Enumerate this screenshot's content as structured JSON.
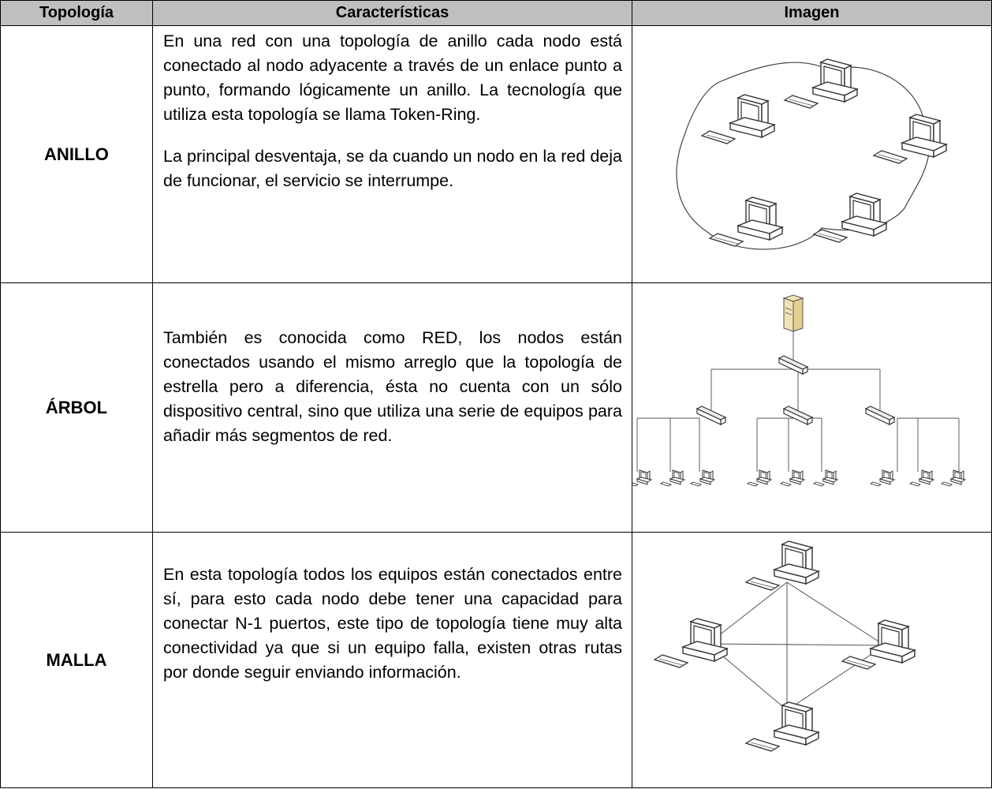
{
  "header": {
    "col1": "Topología",
    "col2": "Características",
    "col3": "Imagen"
  },
  "rows": [
    {
      "topology": "ANILLO",
      "description": [
        "En una red con una topología de anillo cada nodo está conectado al nodo adyacente a través de un enlace punto a punto, formando lógicamente un anillo. La tecnología que utiliza esta topología se llama Token-Ring.",
        "La principal desventaja, se da cuando un nodo en la red deja de funcionar, el servicio se interrumpe."
      ],
      "image_icon": "ring-network-diagram-icon"
    },
    {
      "topology": "ÁRBOL",
      "description": [
        "También es conocida como RED, los nodos están conectados usando el mismo arreglo que la topología de estrella pero a diferencia, ésta no cuenta con un sólo dispositivo central, sino que utiliza una serie de equipos para añadir más segmentos de red."
      ],
      "image_icon": "tree-network-diagram-icon"
    },
    {
      "topology": "MALLA",
      "description": [
        "En esta topología todos los equipos están conectados entre sí, para esto cada nodo debe tener una capacidad para conectar N-1 puertos, este tipo de topología tiene muy alta conectividad ya que si un equipo falla, existen otras rutas por donde seguir enviando información."
      ],
      "image_icon": "mesh-network-diagram-icon"
    }
  ],
  "colors": {
    "header_bg": "#bfbfbf",
    "border": "#000000",
    "server": "#f2e3b3"
  }
}
